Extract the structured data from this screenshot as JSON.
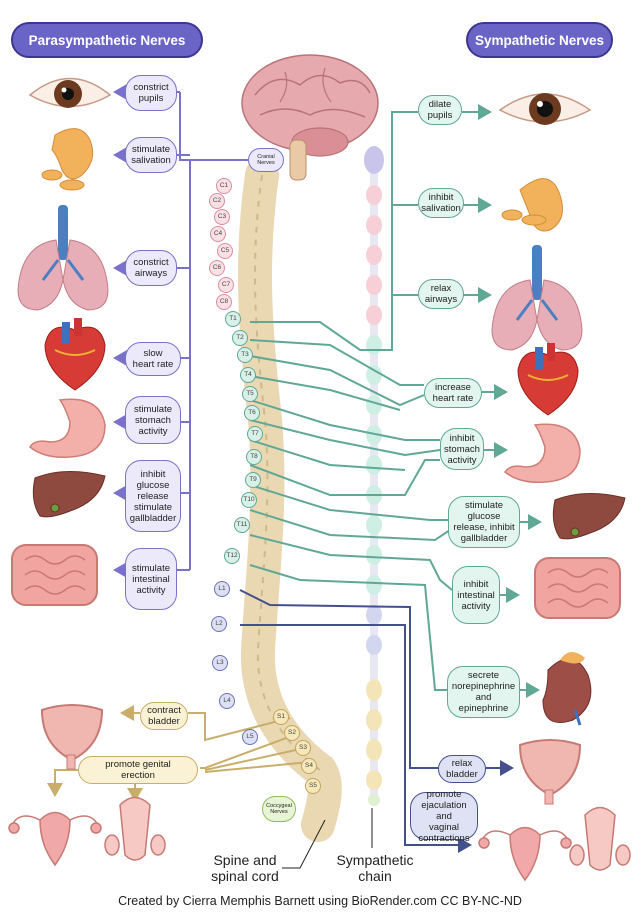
{
  "headers": {
    "parasympathetic": "Parasympathetic Nerves",
    "sympathetic": "Sympathetic Nerves"
  },
  "parasympathetic_effects": [
    "constrict\npupils",
    "stimulate\nsalivation",
    "constrict\nairways",
    "slow\nheart rate",
    "stimulate\nstomach\nactivity",
    "inhibit\nglucose\nrelease\nstimulate\ngallbladder",
    "stimulate\nintestinal\nactivity"
  ],
  "sympathetic_effects": [
    "dilate\npupils",
    "inhibit\nsalivation",
    "relax\nairways",
    "increase\nheart rate",
    "inhibit\nstomach\nactivity",
    "stimulate\nglucose\nrelease, inhibit\ngallbladder",
    "inhibit\nintestinal\nactivity",
    "secrete\nnorepinephrine\nand\nepinephrine"
  ],
  "sacral_effects": [
    "contract\nbladder",
    "promote genital\nerection"
  ],
  "lumbar_effects": [
    "relax\nbladder",
    "promote\nejaculation and\nvaginal\ncontractions"
  ],
  "cranial_nerves": "Cranial\nNerves",
  "coccygeal_nerves": "Coccygeal\nNerves",
  "vertebrae": {
    "cervical": [
      "C1",
      "C2",
      "C3",
      "C4",
      "C5",
      "C6",
      "C7",
      "C8"
    ],
    "thoracic": [
      "T1",
      "T2",
      "T3",
      "T4",
      "T5",
      "T6",
      "T7",
      "T8",
      "T9",
      "T10",
      "T11",
      "T12"
    ],
    "lumbar": [
      "L1",
      "L2",
      "L3",
      "L4",
      "L5"
    ],
    "sacral": [
      "S1",
      "S2",
      "S3",
      "S4",
      "S5"
    ]
  },
  "captions": {
    "spine": "Spine and\nspinal cord",
    "chain": "Sympathetic\nchain"
  },
  "credit": "Created by Cierra Memphis Barnett using BioRender.com CC BY-NC-ND",
  "colors": {
    "parasympathetic": "#7a72c8",
    "sympathetic": "#5fa896",
    "sacral": "#c9ad6a",
    "lumbar": "#44508e"
  },
  "organ_icons": [
    "eye-icon",
    "salivary-gland-icon",
    "lungs-icon",
    "heart-icon",
    "stomach-icon",
    "liver-icon",
    "intestines-icon",
    "adrenal-kidney-icon",
    "bladder-icon",
    "uterus-icon",
    "male-reproductive-icon",
    "brain-icon"
  ]
}
